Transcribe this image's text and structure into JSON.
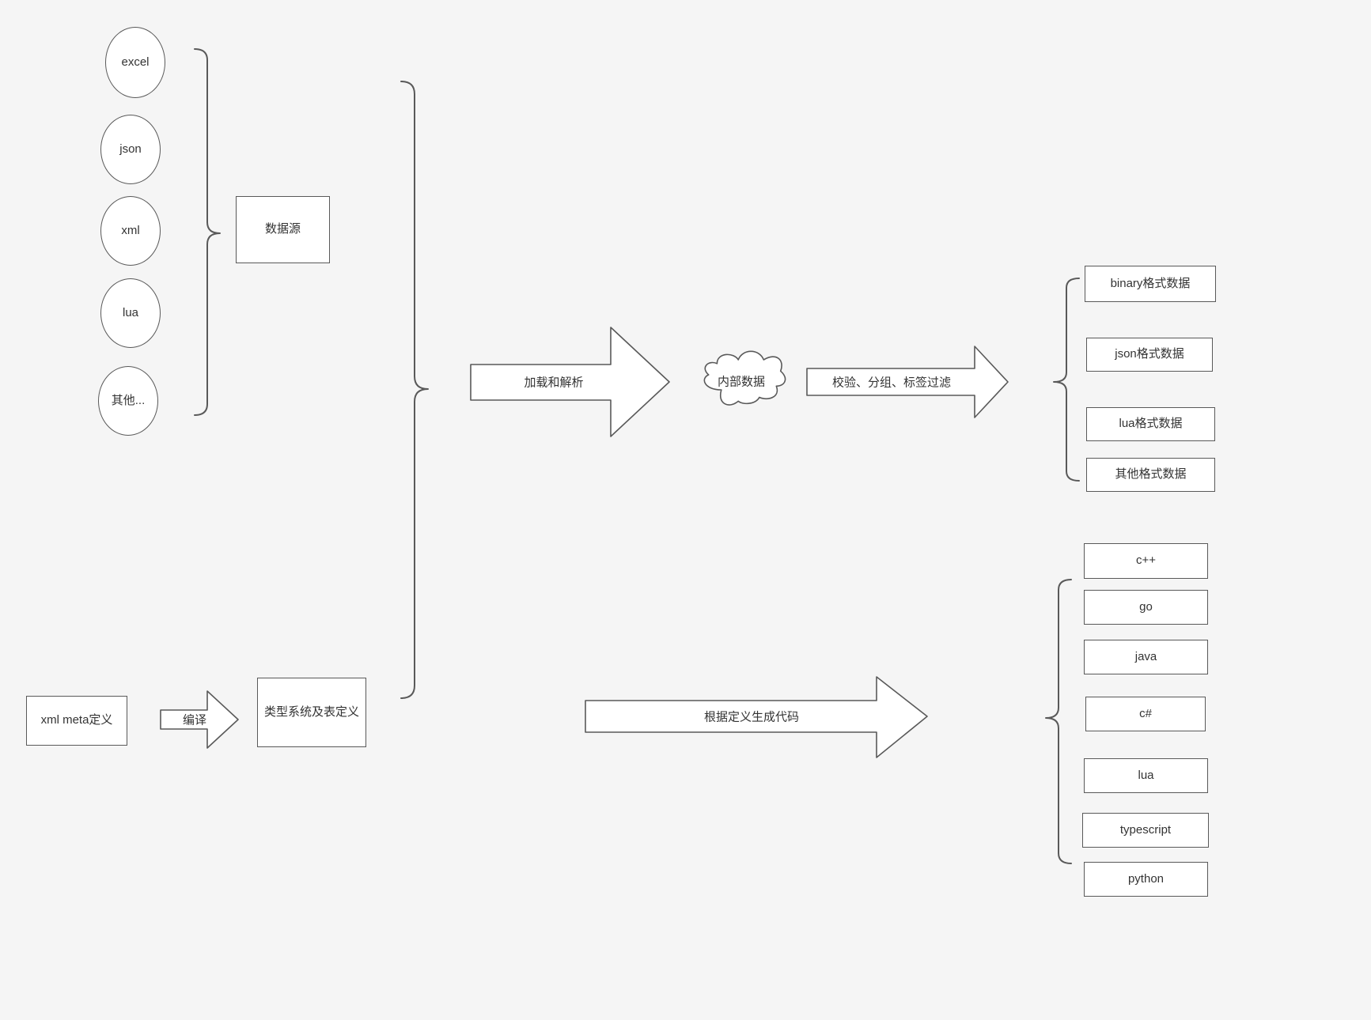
{
  "canvas": {
    "background": "#f5f5f5",
    "stroke_color": "#595959",
    "text_color": "#333333",
    "shape_fill": "#ffffff"
  },
  "sources": {
    "items": [
      "excel",
      "json",
      "xml",
      "lua",
      "其他..."
    ],
    "group_label": "数据源"
  },
  "definitions": {
    "xml_meta": "xml meta定义",
    "compile_arrow": "编译",
    "type_system": "类型系统及表定义"
  },
  "pipeline": {
    "load_parse_arrow": "加载和解析",
    "internal_data": "内部数据",
    "filter_arrow": "校验、分组、标签过滤",
    "generate_code_arrow": "根据定义生成代码"
  },
  "outputs": {
    "formats": [
      "binary格式数据",
      "json格式数据",
      "lua格式数据",
      "其他格式数据"
    ],
    "languages": [
      "c++",
      "go",
      "java",
      "c#",
      "lua",
      "typescript",
      "python"
    ]
  }
}
